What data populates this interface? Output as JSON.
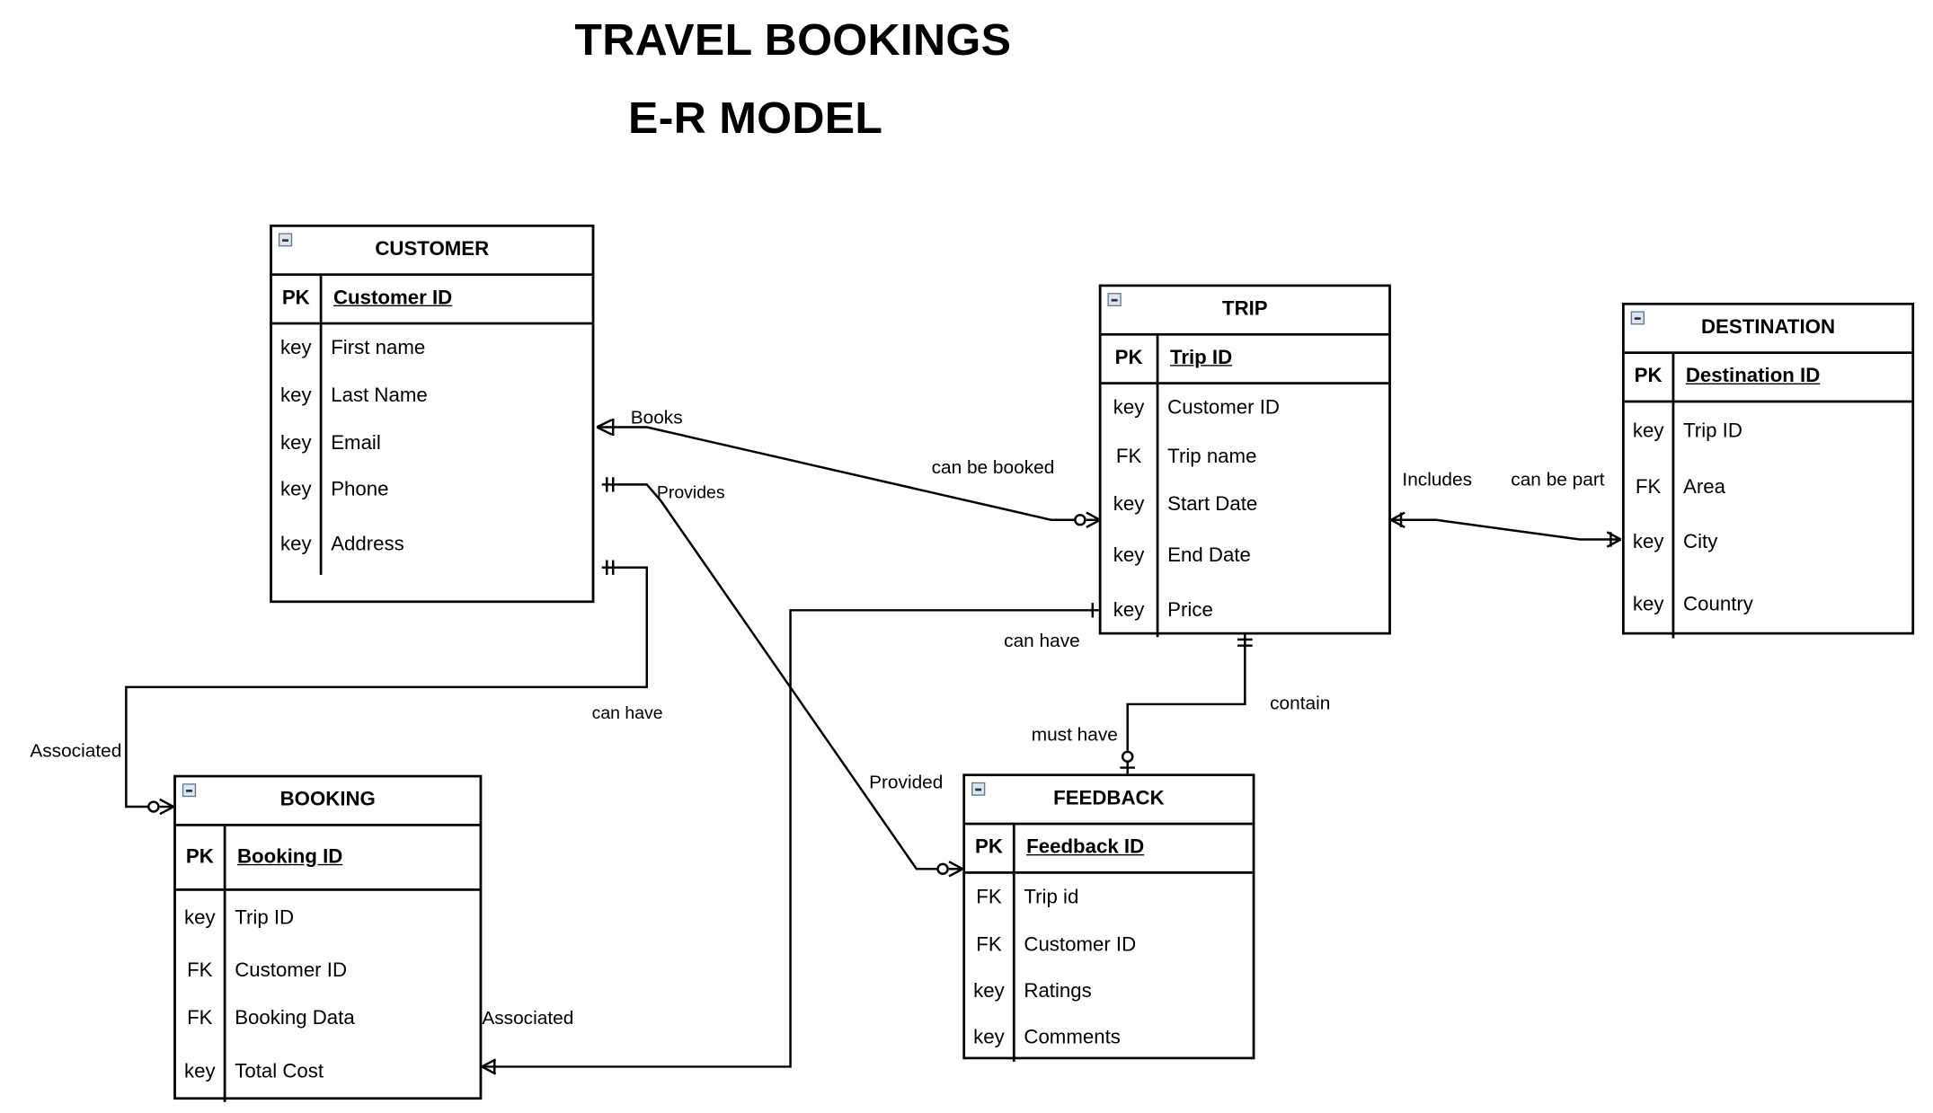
{
  "title": "TRAVEL BOOKINGS",
  "subtitle": "E-R MODEL",
  "entities": {
    "customer": {
      "name": "CUSTOMER",
      "pk": {
        "key": "PK",
        "field": "Customer ID"
      },
      "rows": [
        {
          "key": "key",
          "field": "First name"
        },
        {
          "key": "key",
          "field": "Last Name"
        },
        {
          "key": "key",
          "field": "Email"
        },
        {
          "key": "key",
          "field": "Phone"
        },
        {
          "key": "key",
          "field": "Address"
        }
      ]
    },
    "trip": {
      "name": "TRIP",
      "pk": {
        "key": "PK",
        "field": "Trip ID"
      },
      "rows": [
        {
          "key": "key",
          "field": "Customer ID"
        },
        {
          "key": "FK",
          "field": "Trip name"
        },
        {
          "key": "key",
          "field": "Start Date"
        },
        {
          "key": "key",
          "field": "End Date"
        },
        {
          "key": "key",
          "field": "Price"
        }
      ]
    },
    "destination": {
      "name": "DESTINATION",
      "pk": {
        "key": "PK",
        "field": "Destination ID"
      },
      "rows": [
        {
          "key": "key",
          "field": "Trip ID"
        },
        {
          "key": "FK",
          "field": "Area"
        },
        {
          "key": "key",
          "field": "City"
        },
        {
          "key": "key",
          "field": "Country"
        }
      ]
    },
    "booking": {
      "name": "BOOKING",
      "pk": {
        "key": "PK",
        "field": "Booking ID"
      },
      "rows": [
        {
          "key": "key",
          "field": "Trip ID"
        },
        {
          "key": "FK",
          "field": "Customer ID"
        },
        {
          "key": "FK",
          "field": "Booking Data"
        },
        {
          "key": "key",
          "field": "Total Cost"
        }
      ]
    },
    "feedback": {
      "name": "FEEDBACK",
      "pk": {
        "key": "PK",
        "field": "Feedback ID"
      },
      "rows": [
        {
          "key": "FK",
          "field": "Trip id"
        },
        {
          "key": "FK",
          "field": "Customer ID"
        },
        {
          "key": "key",
          "field": "Ratings"
        },
        {
          "key": "key",
          "field": "Comments"
        }
      ]
    }
  },
  "relationships": {
    "books": "Books",
    "can_be_booked": "can be booked",
    "provides": "Provides",
    "provided": "Provided",
    "includes": "Includes",
    "can_be_part": "can be part",
    "can_have_trip": "can have",
    "can_have_customer": "can have",
    "associated_customer": "Associated",
    "associated_booking": "Associated",
    "contain": "contain",
    "must_have": "must have"
  }
}
